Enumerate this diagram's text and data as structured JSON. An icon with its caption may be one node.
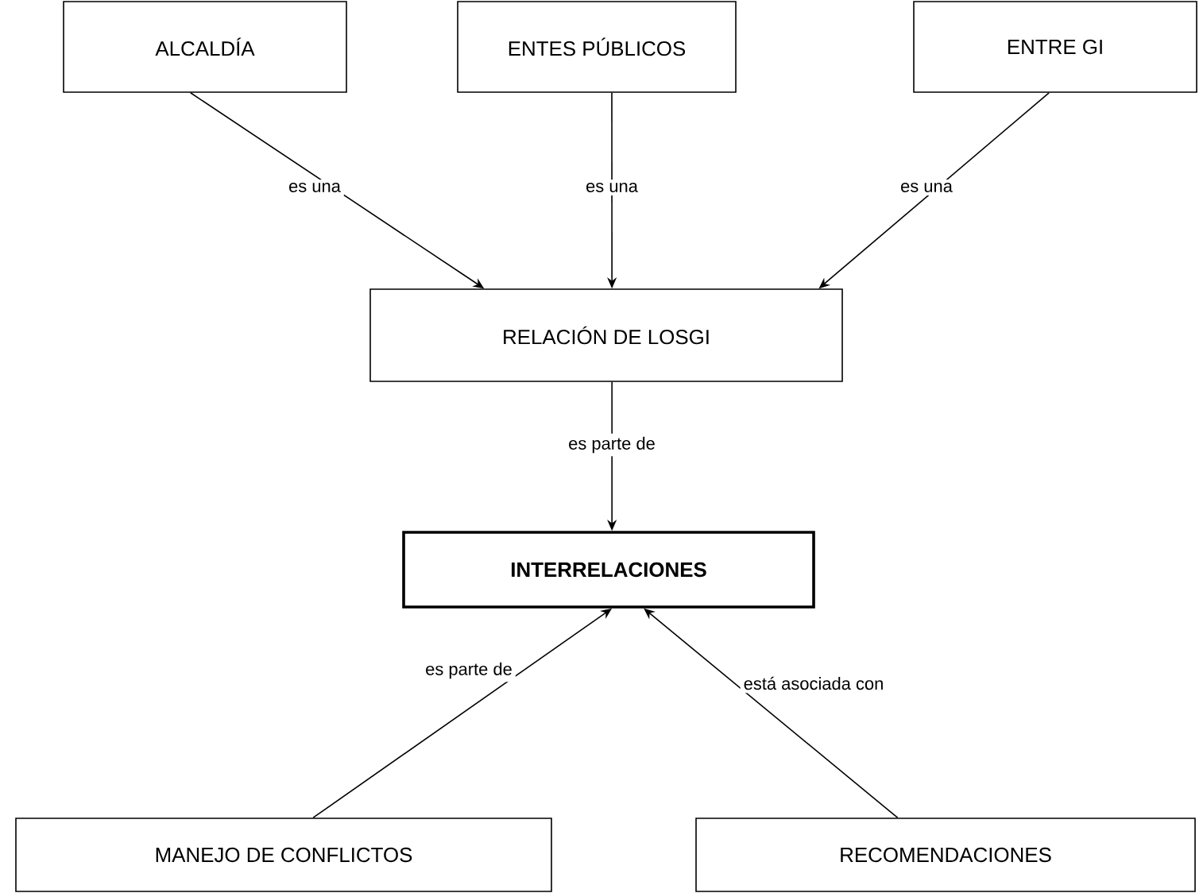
{
  "diagram": {
    "nodes": [
      {
        "text": [
          "ALCALDÍA"
        ]
      },
      {
        "text": [
          "ENTES PÚBLICOS"
        ]
      },
      {
        "text": [
          "ENTRE GI"
        ]
      },
      {
        "text": [
          "RELACIÓN DE LOSGI"
        ]
      },
      {
        "text": [
          "INTERRELACIONES"
        ]
      },
      {
        "text": [
          "MANEJO DE CONFLICTOS"
        ]
      },
      {
        "text": [
          "RECOMENDACIONES"
        ]
      }
    ],
    "edges": [
      {
        "from": 0,
        "to": 3,
        "arrow": "to",
        "label": "es una"
      },
      {
        "from": 1,
        "to": 3,
        "arrow": "to",
        "label": "es una"
      },
      {
        "from": 2,
        "to": 3,
        "arrow": "to",
        "label": "es una"
      },
      {
        "from": 3,
        "to": 4,
        "arrow": "to",
        "label": "es parte de"
      },
      {
        "from": 5,
        "to": 4,
        "arrow": "to",
        "label": "es parte de"
      },
      {
        "from": 6,
        "to": 4,
        "arrow": "to",
        "label": "está asociada con"
      }
    ]
  }
}
